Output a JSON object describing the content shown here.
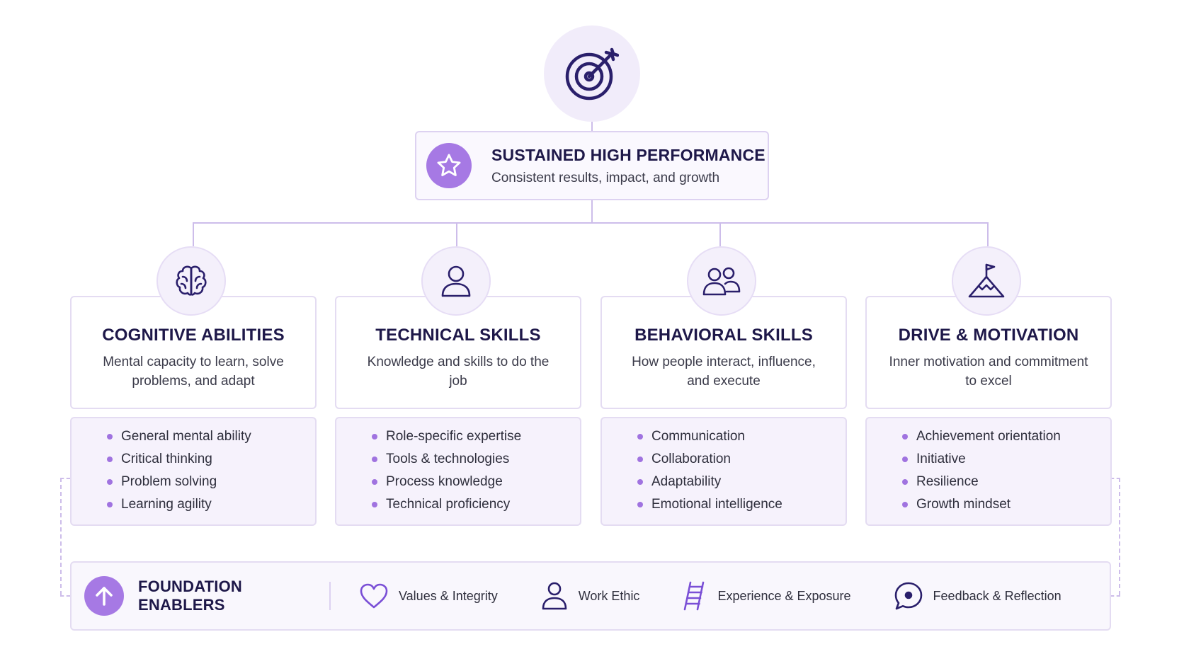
{
  "top": {
    "icon": "target-icon",
    "badge_icon": "star-icon",
    "title": "SUSTAINED HIGH PERFORMANCE",
    "subtitle": "Consistent results, impact, and growth"
  },
  "pillars": [
    {
      "icon": "brain-icon",
      "title": "COGNITIVE ABILITIES",
      "description": "Mental capacity to learn, solve problems, and adapt",
      "items": [
        "General mental ability",
        "Critical thinking",
        "Problem solving",
        "Learning agility"
      ]
    },
    {
      "icon": "person-icon",
      "title": "TECHNICAL SKILLS",
      "description": "Knowledge and skills to do the job",
      "items": [
        "Role-specific expertise",
        "Tools & technologies",
        "Process knowledge",
        "Technical proficiency"
      ]
    },
    {
      "icon": "people-icon",
      "title": "BEHAVIORAL SKILLS",
      "description": "How people interact, influence, and execute",
      "items": [
        "Communication",
        "Collaboration",
        "Adaptability",
        "Emotional intelligence"
      ]
    },
    {
      "icon": "mountain-flag-icon",
      "title": "DRIVE & MOTIVATION",
      "description": "Inner motivation and commitment to excel",
      "items": [
        "Achievement orientation",
        "Initiative",
        "Resilience",
        "Growth mindset"
      ]
    }
  ],
  "foundation": {
    "icon": "arrow-up-icon",
    "title": "FOUNDATION ENABLERS",
    "enablers": [
      {
        "icon": "heart-icon",
        "label": "Values & Integrity"
      },
      {
        "icon": "person-icon",
        "label": "Work Ethic"
      },
      {
        "icon": "ladder-icon",
        "label": "Experience & Exposure"
      },
      {
        "icon": "chat-bubble-icon",
        "label": "Feedback & Reflection"
      }
    ]
  },
  "colors": {
    "accent": "#a679e4",
    "navy": "#1e1849",
    "line": "#cdbdea",
    "icon_stroke": "#2a1f6b"
  }
}
